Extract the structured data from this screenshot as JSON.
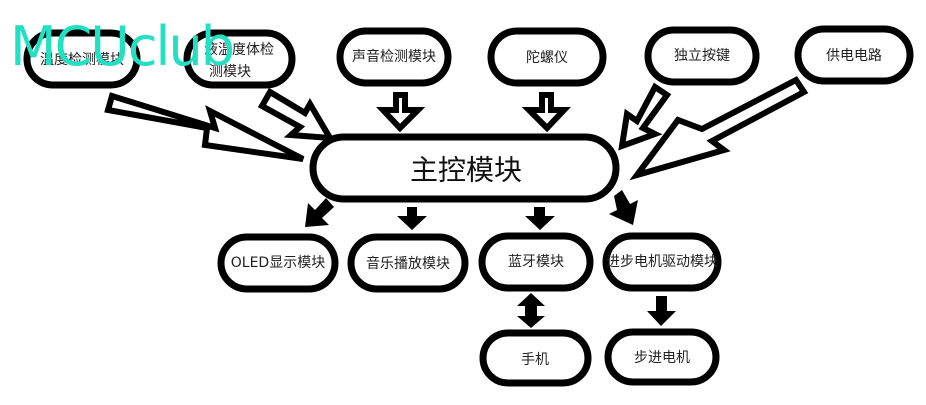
{
  "watermark": "MCUclub",
  "watermark_color": "#21e0c4",
  "diagram": {
    "main": {
      "label": "主控模块"
    },
    "inputs": [
      {
        "id": "temp",
        "label": "温度检测模块"
      },
      {
        "id": "liquid",
        "label": "液温度体检测模块"
      },
      {
        "id": "sound",
        "label": "声音检测模块"
      },
      {
        "id": "gyro",
        "label": "陀螺仪"
      },
      {
        "id": "button",
        "label": "独立按键"
      },
      {
        "id": "power",
        "label": "供电电路"
      }
    ],
    "outputs": [
      {
        "id": "oled",
        "label": "OLED显示模块"
      },
      {
        "id": "music",
        "label": "音乐播放模块"
      },
      {
        "id": "bt",
        "label": "蓝牙模块"
      },
      {
        "id": "stepdrv",
        "label": "进步电机驱动模块"
      }
    ],
    "terminals": [
      {
        "id": "phone",
        "label": "手机"
      },
      {
        "id": "motor",
        "label": "步进电机"
      }
    ],
    "edges": [
      {
        "from": "温度检测模块",
        "to": "主控模块",
        "style": "hollow"
      },
      {
        "from": "液温度体检测模块",
        "to": "主控模块",
        "style": "hollow"
      },
      {
        "from": "声音检测模块",
        "to": "主控模块",
        "style": "hollow"
      },
      {
        "from": "陀螺仪",
        "to": "主控模块",
        "style": "hollow"
      },
      {
        "from": "独立按键",
        "to": "主控模块",
        "style": "hollow"
      },
      {
        "from": "供电电路",
        "to": "主控模块",
        "style": "hollow"
      },
      {
        "from": "主控模块",
        "to": "OLED显示模块",
        "style": "solid"
      },
      {
        "from": "主控模块",
        "to": "音乐播放模块",
        "style": "solid"
      },
      {
        "from": "主控模块",
        "to": "蓝牙模块",
        "style": "solid"
      },
      {
        "from": "主控模块",
        "to": "进步电机驱动模块",
        "style": "solid"
      },
      {
        "from": "蓝牙模块",
        "to": "手机",
        "style": "solid-bidirectional"
      },
      {
        "from": "进步电机驱动模块",
        "to": "步进电机",
        "style": "solid"
      }
    ]
  }
}
